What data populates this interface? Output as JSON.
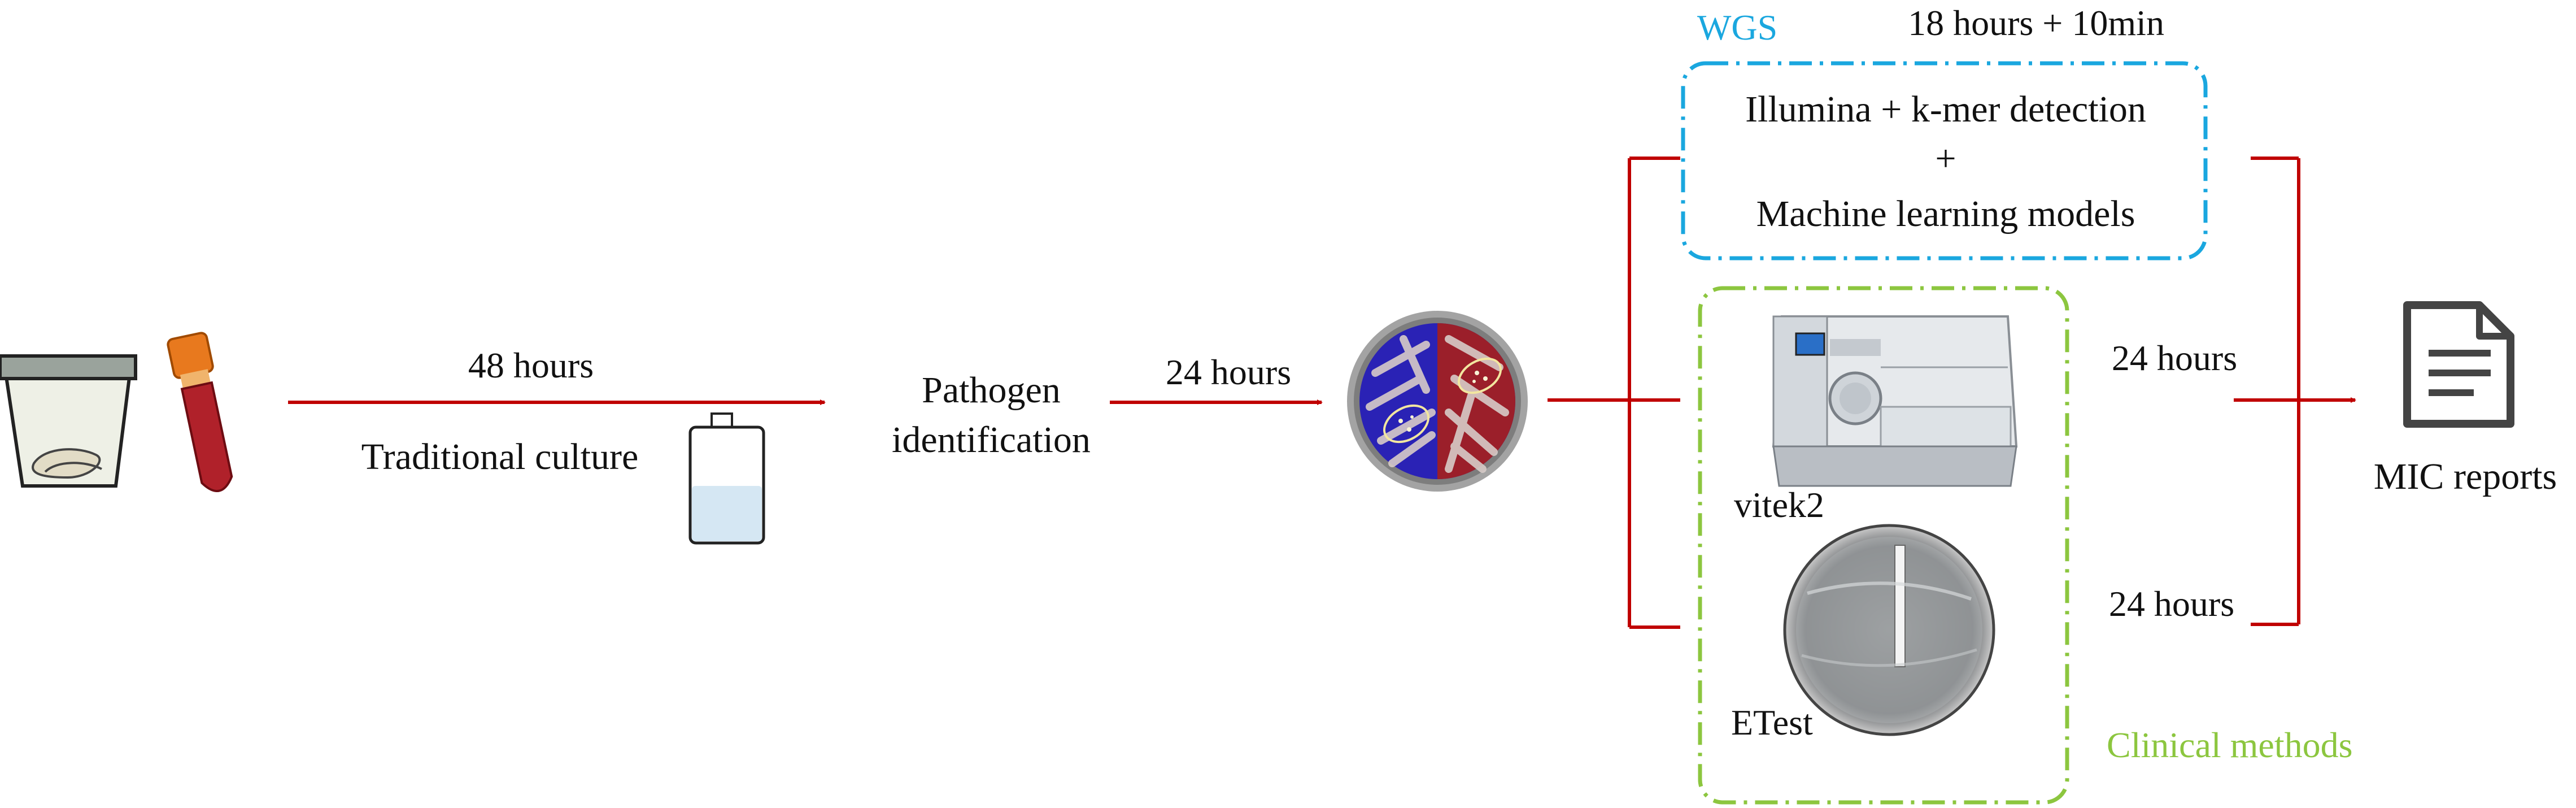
{
  "colors": {
    "arrow": "#c00000",
    "wgs_box": "#1aa7df",
    "clinical_box": "#8cc63f",
    "text": "#111111"
  },
  "left": {
    "step1_time": "48 hours",
    "step1_label": "Traditional culture",
    "pathogen_line1": "Pathogen",
    "pathogen_line2": "identification",
    "step2_time": "24 hours"
  },
  "wgs": {
    "title": "WGS",
    "time": "18 hours + 10min",
    "line1": "Illumina + k-mer detection",
    "line2": "+",
    "line3": "Machine learning models"
  },
  "clinical": {
    "title": "Clinical methods",
    "vitek_label": "vitek2",
    "vitek_time": "24 hours",
    "etest_label": "ETest",
    "etest_time": "24 hours"
  },
  "output": {
    "label": "MIC reports"
  },
  "icons": [
    "urine-container-icon",
    "blood-tube-icon",
    "culture-bottle-icon",
    "petri-dish-icon",
    "vitek2-instrument-icon",
    "etest-plate-icon",
    "document-report-icon"
  ]
}
